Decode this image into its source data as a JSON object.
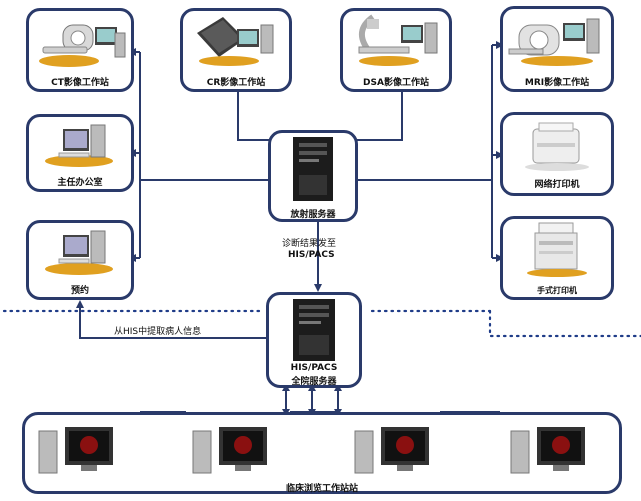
{
  "colors": {
    "line": "#2a3a6a",
    "dotted": "#1f3c88",
    "device": "#5a5a5a",
    "server": "#1c1c1c",
    "screen": "#8a1010"
  },
  "nodes": {
    "ct": "CT影像工作站",
    "cr": "CR影像工作站",
    "dsa": "DSA影像工作站",
    "mri": "MRI影像工作站",
    "director": "主任办公室",
    "network_printer": "网络打印机",
    "appointment": "预约",
    "manual_printer": "手式打印机",
    "radiology_server": "放射服务器",
    "his_pacs_server_line1": "HIS/PACS",
    "his_pacs_server_line2": "全院服务器",
    "clinical_browse": "临床浏览工作站站"
  },
  "annotations": {
    "diag_line1": "诊断结果发至",
    "diag_line2": "HIS/PACS",
    "fetch": "从HIS中提取病人信息"
  },
  "icons": [
    "ct-scanner-icon",
    "cr-plate-icon",
    "dsa-machine-icon",
    "mri-scanner-icon",
    "workstation-icon",
    "laser-printer-icon",
    "film-printer-icon",
    "server-tower-icon",
    "monitor-icon"
  ]
}
